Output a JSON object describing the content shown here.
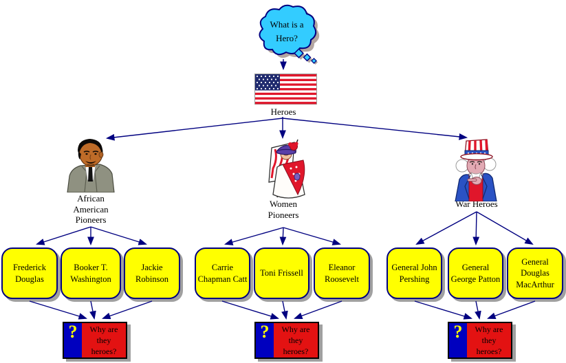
{
  "bubble": {
    "text": "What is a Hero?"
  },
  "root": {
    "label": "Heroes"
  },
  "groups": [
    {
      "label": "African American Pioneers",
      "members": [
        "Frederick Douglas",
        "Booker T. Washington",
        "Jackie Robinson"
      ]
    },
    {
      "label": "Women Pioneers",
      "members": [
        "Carrie Chapman Catt",
        "Toni Frissell",
        "Eleanor Roosevelt"
      ]
    },
    {
      "label": "War Heroes",
      "members": [
        "General John Pershing",
        "General George Patton",
        "General Douglas MacArthur"
      ]
    }
  ],
  "question": {
    "mark": "?",
    "text": "Why are they heroes?"
  },
  "icons": {
    "root": "us-flag-icon",
    "bubble": "thought-cloud-icon",
    "groups": [
      "mlk-portrait-icon",
      "pioneer-woman-icon",
      "uncle-sam-icon"
    ],
    "question": "question-mark-icon"
  },
  "colors": {
    "bubble_fill": "#33ccff",
    "member_fill": "#ffff00",
    "question_red": "#e31212",
    "question_blue": "#0000bf",
    "node_border": "#000080",
    "arrow": "#000080",
    "shadow": "#a0a0a0",
    "flag_red": "#e0162b",
    "flag_canton": "#1f2a6e"
  }
}
